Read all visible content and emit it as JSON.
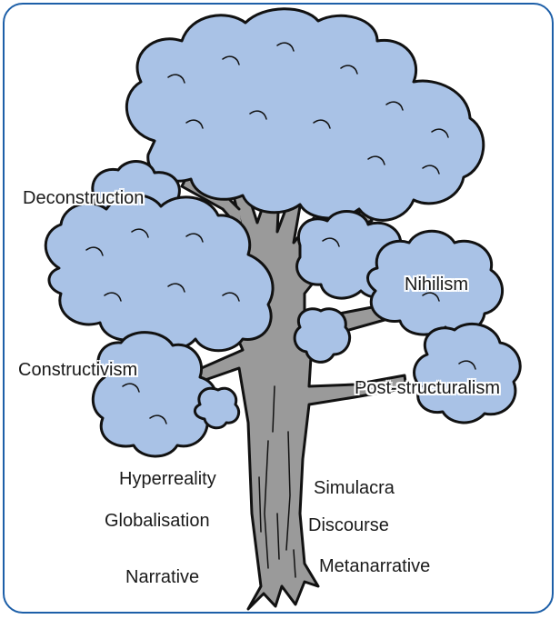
{
  "colors": {
    "border": "#1d5fa8",
    "foliage": "#a9c2e6",
    "trunk": "#9a9a9a",
    "outline": "#111111"
  },
  "labels": {
    "deconstruction": "Deconstruction",
    "nihilism": "Nihilism",
    "constructivism": "Constructivism",
    "post_structuralism": "Post-structuralism",
    "hyperreality": "Hyperreality",
    "simulacra": "Simulacra",
    "globalisation": "Globalisation",
    "discourse": "Discourse",
    "narrative": "Narrative",
    "metanarrative": "Metanarrative"
  }
}
